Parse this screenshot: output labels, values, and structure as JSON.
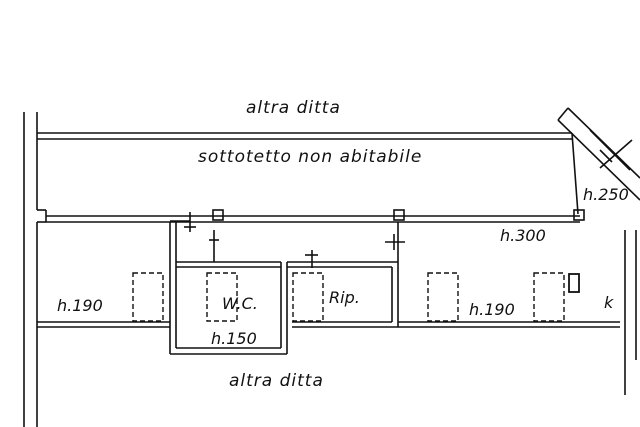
{
  "labels": {
    "top_neighbor": "altra ditta",
    "attic": "sottotetto non abitabile",
    "height_250": "h.250",
    "height_300": "h.300",
    "height_190_left": "h.190",
    "wc": "W.C.",
    "storage": "Rip.",
    "height_190_right": "h.190",
    "k_label": "k",
    "height_150": "h.150",
    "bottom_neighbor": "altra ditta"
  }
}
